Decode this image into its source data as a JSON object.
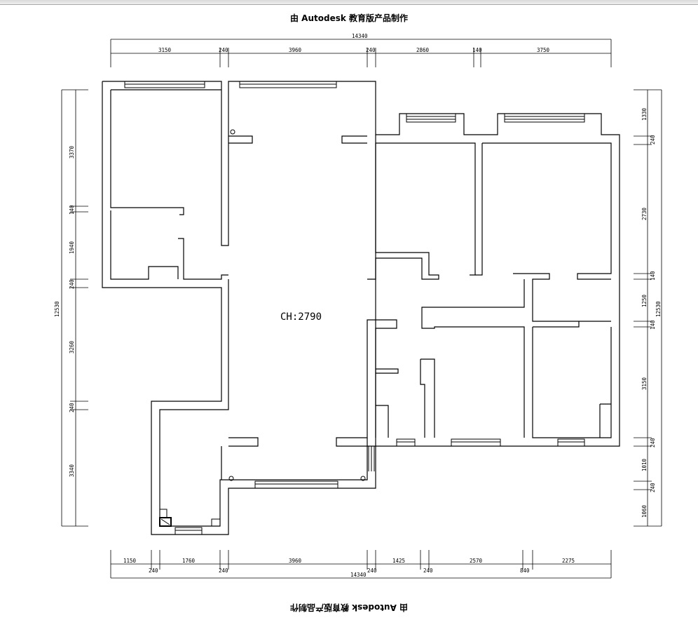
{
  "watermark": "由 Autodesk 教育版产品制作",
  "ceiling_height": "CH:2790",
  "dims": {
    "top": {
      "total": "14340",
      "segments": [
        "3150",
        "240",
        "3960",
        "240",
        "2860",
        "140",
        "3750"
      ]
    },
    "bottom": {
      "total": "14340",
      "upper": [
        "1150",
        "1760",
        "3960",
        "1425",
        "2570",
        "2275"
      ],
      "lower": [
        "240",
        "240",
        "240",
        "240",
        "840"
      ]
    },
    "left": {
      "total": "12530",
      "segments": [
        "3370",
        "140",
        "1940",
        "240",
        "3260",
        "240",
        "3340"
      ]
    },
    "right": {
      "total": "12530",
      "segments": [
        "1330",
        "240",
        "2730",
        "140",
        "1250",
        "140",
        "3150",
        "240",
        "1010",
        "240",
        "1060"
      ]
    }
  }
}
